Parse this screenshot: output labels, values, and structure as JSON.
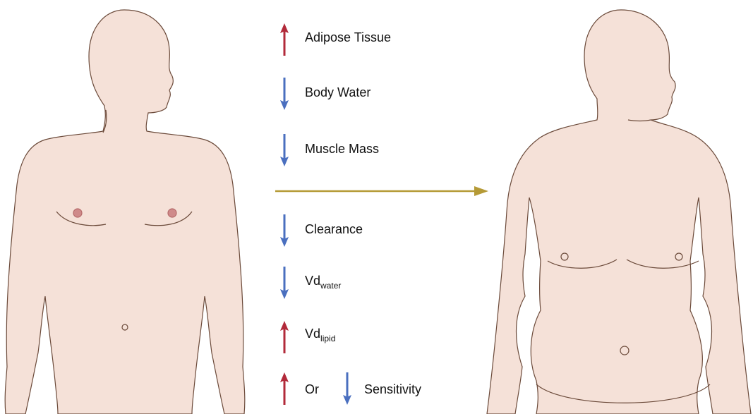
{
  "colors": {
    "skin": "#f5e1d8",
    "outline": "#6b4a3a",
    "nipple": "#cf8a8a",
    "arrow_up": "#b22a3a",
    "arrow_down": "#4a6fbf",
    "transition_arrow": "#b59a36"
  },
  "items": [
    {
      "direction": "up",
      "text": "Adipose Tissue"
    },
    {
      "direction": "down",
      "text": "Body Water"
    },
    {
      "direction": "down",
      "text": "Muscle Mass"
    },
    {
      "direction": "down",
      "text": "Clearance"
    },
    {
      "direction": "down",
      "text": "Vd",
      "subscript": "water"
    },
    {
      "direction": "up",
      "text": "Vd",
      "subscript": "lipid"
    }
  ],
  "last_row": {
    "up_text": "Or",
    "down_text": "Sensitivity"
  }
}
